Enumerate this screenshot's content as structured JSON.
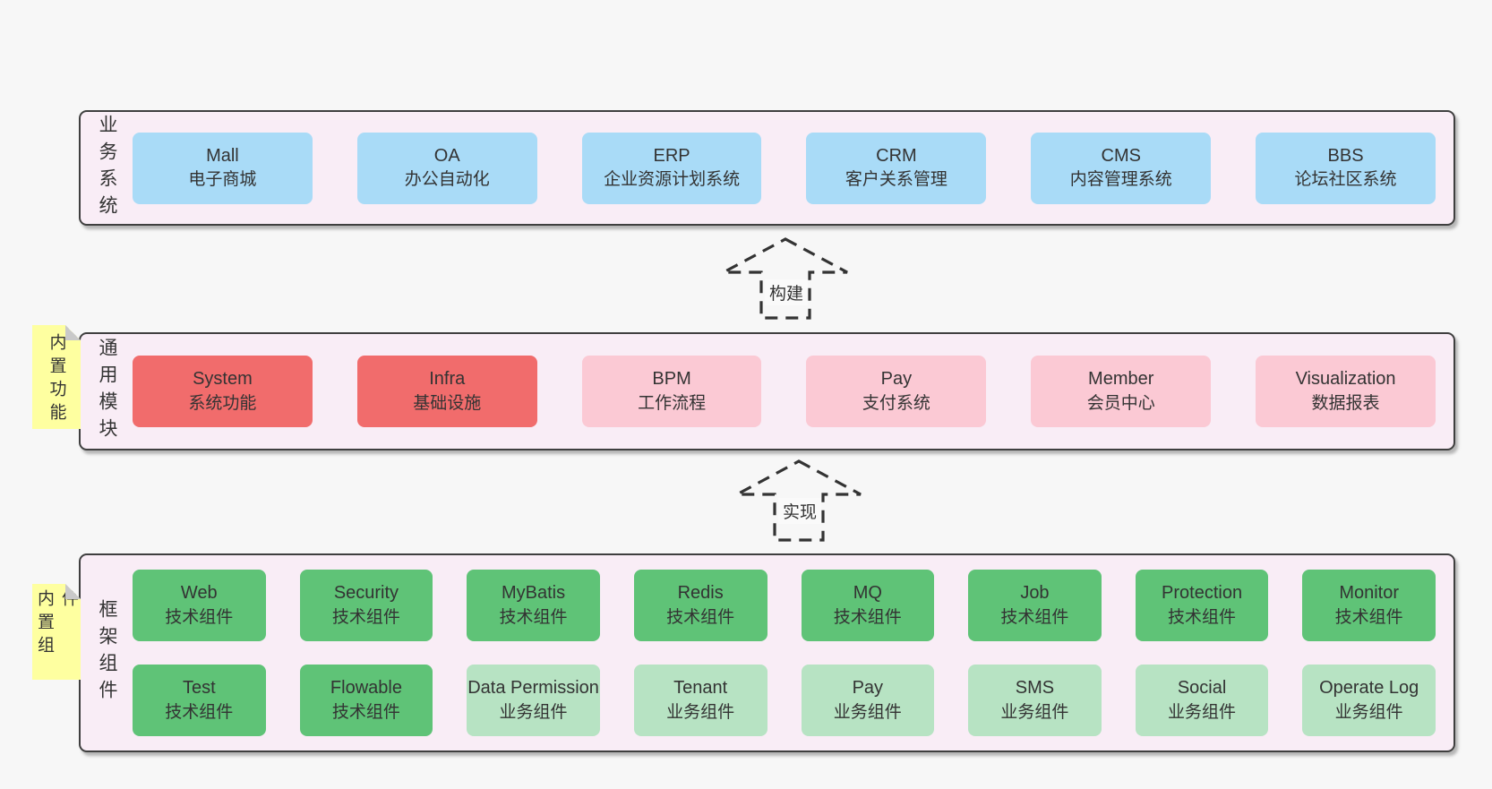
{
  "diagram": {
    "layers": [
      {
        "label": "业务系统",
        "boxes": [
          {
            "title": "Mall",
            "subtitle": "电子商城",
            "style": "blue"
          },
          {
            "title": "OA",
            "subtitle": "办公自动化",
            "style": "blue"
          },
          {
            "title": "ERP",
            "subtitle": "企业资源计划系统",
            "style": "blue"
          },
          {
            "title": "CRM",
            "subtitle": "客户关系管理",
            "style": "blue"
          },
          {
            "title": "CMS",
            "subtitle": "内容管理系统",
            "style": "blue"
          },
          {
            "title": "BBS",
            "subtitle": "论坛社区系统",
            "style": "blue"
          }
        ]
      },
      {
        "label": "通用模块",
        "sticky": "内置功能",
        "boxes": [
          {
            "title": "System",
            "subtitle": "系统功能",
            "style": "red"
          },
          {
            "title": "Infra",
            "subtitle": "基础设施",
            "style": "red"
          },
          {
            "title": "BPM",
            "subtitle": "工作流程",
            "style": "pink"
          },
          {
            "title": "Pay",
            "subtitle": "支付系统",
            "style": "pink"
          },
          {
            "title": "Member",
            "subtitle": "会员中心",
            "style": "pink"
          },
          {
            "title": "Visualization",
            "subtitle": "数据报表",
            "style": "pink"
          }
        ]
      },
      {
        "label": "框架组件",
        "sticky": "内置组件",
        "rows": [
          [
            {
              "title": "Web",
              "subtitle": "技术组件",
              "style": "green"
            },
            {
              "title": "Security",
              "subtitle": "技术组件",
              "style": "green"
            },
            {
              "title": "MyBatis",
              "subtitle": "技术组件",
              "style": "green"
            },
            {
              "title": "Redis",
              "subtitle": "技术组件",
              "style": "green"
            },
            {
              "title": "MQ",
              "subtitle": "技术组件",
              "style": "green"
            },
            {
              "title": "Job",
              "subtitle": "技术组件",
              "style": "green"
            },
            {
              "title": "Protection",
              "subtitle": "技术组件",
              "style": "green"
            },
            {
              "title": "Monitor",
              "subtitle": "技术组件",
              "style": "green"
            }
          ],
          [
            {
              "title": "Test",
              "subtitle": "技术组件",
              "style": "green"
            },
            {
              "title": "Flowable",
              "subtitle": "技术组件",
              "style": "green"
            },
            {
              "title": "Data Permission",
              "subtitle": "业务组件",
              "style": "green-light"
            },
            {
              "title": "Tenant",
              "subtitle": "业务组件",
              "style": "green-light"
            },
            {
              "title": "Pay",
              "subtitle": "业务组件",
              "style": "green-light"
            },
            {
              "title": "SMS",
              "subtitle": "业务组件",
              "style": "green-light"
            },
            {
              "title": "Social",
              "subtitle": "业务组件",
              "style": "green-light"
            },
            {
              "title": "Operate Log",
              "subtitle": "业务组件",
              "style": "green-light"
            }
          ]
        ]
      }
    ],
    "arrows": [
      {
        "label": "构建"
      },
      {
        "label": "实现"
      }
    ],
    "colors": {
      "background": "#f7f7f7",
      "panel_fill": "#f9edf6",
      "panel_border": "#3f3f3f",
      "blue": "#a9dbf7",
      "red": "#f16c6c",
      "pink": "#fbc9d4",
      "green": "#5fc377",
      "green_light": "#b7e3c3",
      "sticky_yellow": "#feffa0",
      "sticky_fold": "#c9c9c9",
      "text": "#333333",
      "arrow": "#333333",
      "label_bg": "#fafafa"
    }
  }
}
